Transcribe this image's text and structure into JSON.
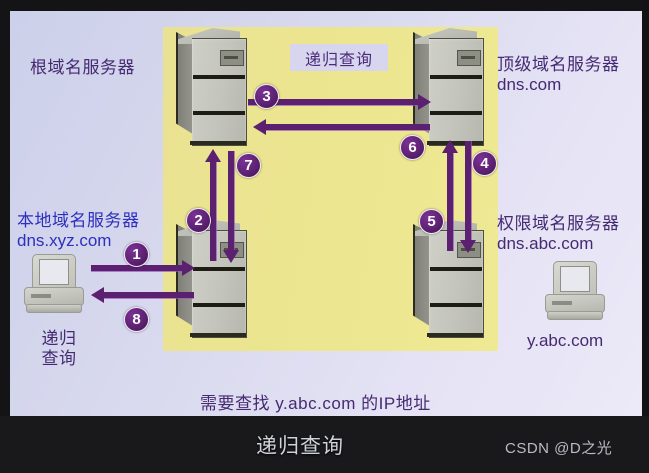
{
  "slide": {
    "highlight_label": "递归查询",
    "bottom_note": "需要查找 y.abc.com 的IP地址",
    "nodes": {
      "root_server": {
        "name": "根域名服务器",
        "domain": ""
      },
      "tld_server": {
        "name": "顶级域名服务器",
        "domain": "dns.com"
      },
      "local_server": {
        "name": "本地域名服务器",
        "domain": "dns.xyz.com"
      },
      "authoritative_server": {
        "name": "权限域名服务器",
        "domain": "dns.abc.com"
      },
      "client_host": {
        "name_line1": "递归",
        "name_line2": "查询"
      },
      "target_host": {
        "domain": "y.abc.com"
      }
    },
    "steps": [
      {
        "id": "1",
        "label": "1",
        "direction": "right"
      },
      {
        "id": "2",
        "label": "2",
        "direction": "up"
      },
      {
        "id": "3",
        "label": "3",
        "direction": "right"
      },
      {
        "id": "4",
        "label": "4",
        "direction": "down"
      },
      {
        "id": "5",
        "label": "5",
        "direction": "up"
      },
      {
        "id": "6",
        "label": "6",
        "direction": "left"
      },
      {
        "id": "7",
        "label": "7",
        "direction": "down"
      },
      {
        "id": "8",
        "label": "8",
        "direction": "left"
      }
    ]
  },
  "caption": {
    "title": "递归查询",
    "watermark": "CSDN @D之光"
  },
  "colors": {
    "arrow_purple": "#5c2070",
    "label_purple": "#452a72",
    "label_blue": "#2d2fbf",
    "highlight_yellow": "#ece58f",
    "slide_background": "#dcdcf0",
    "caption_bar": "#19191c"
  }
}
